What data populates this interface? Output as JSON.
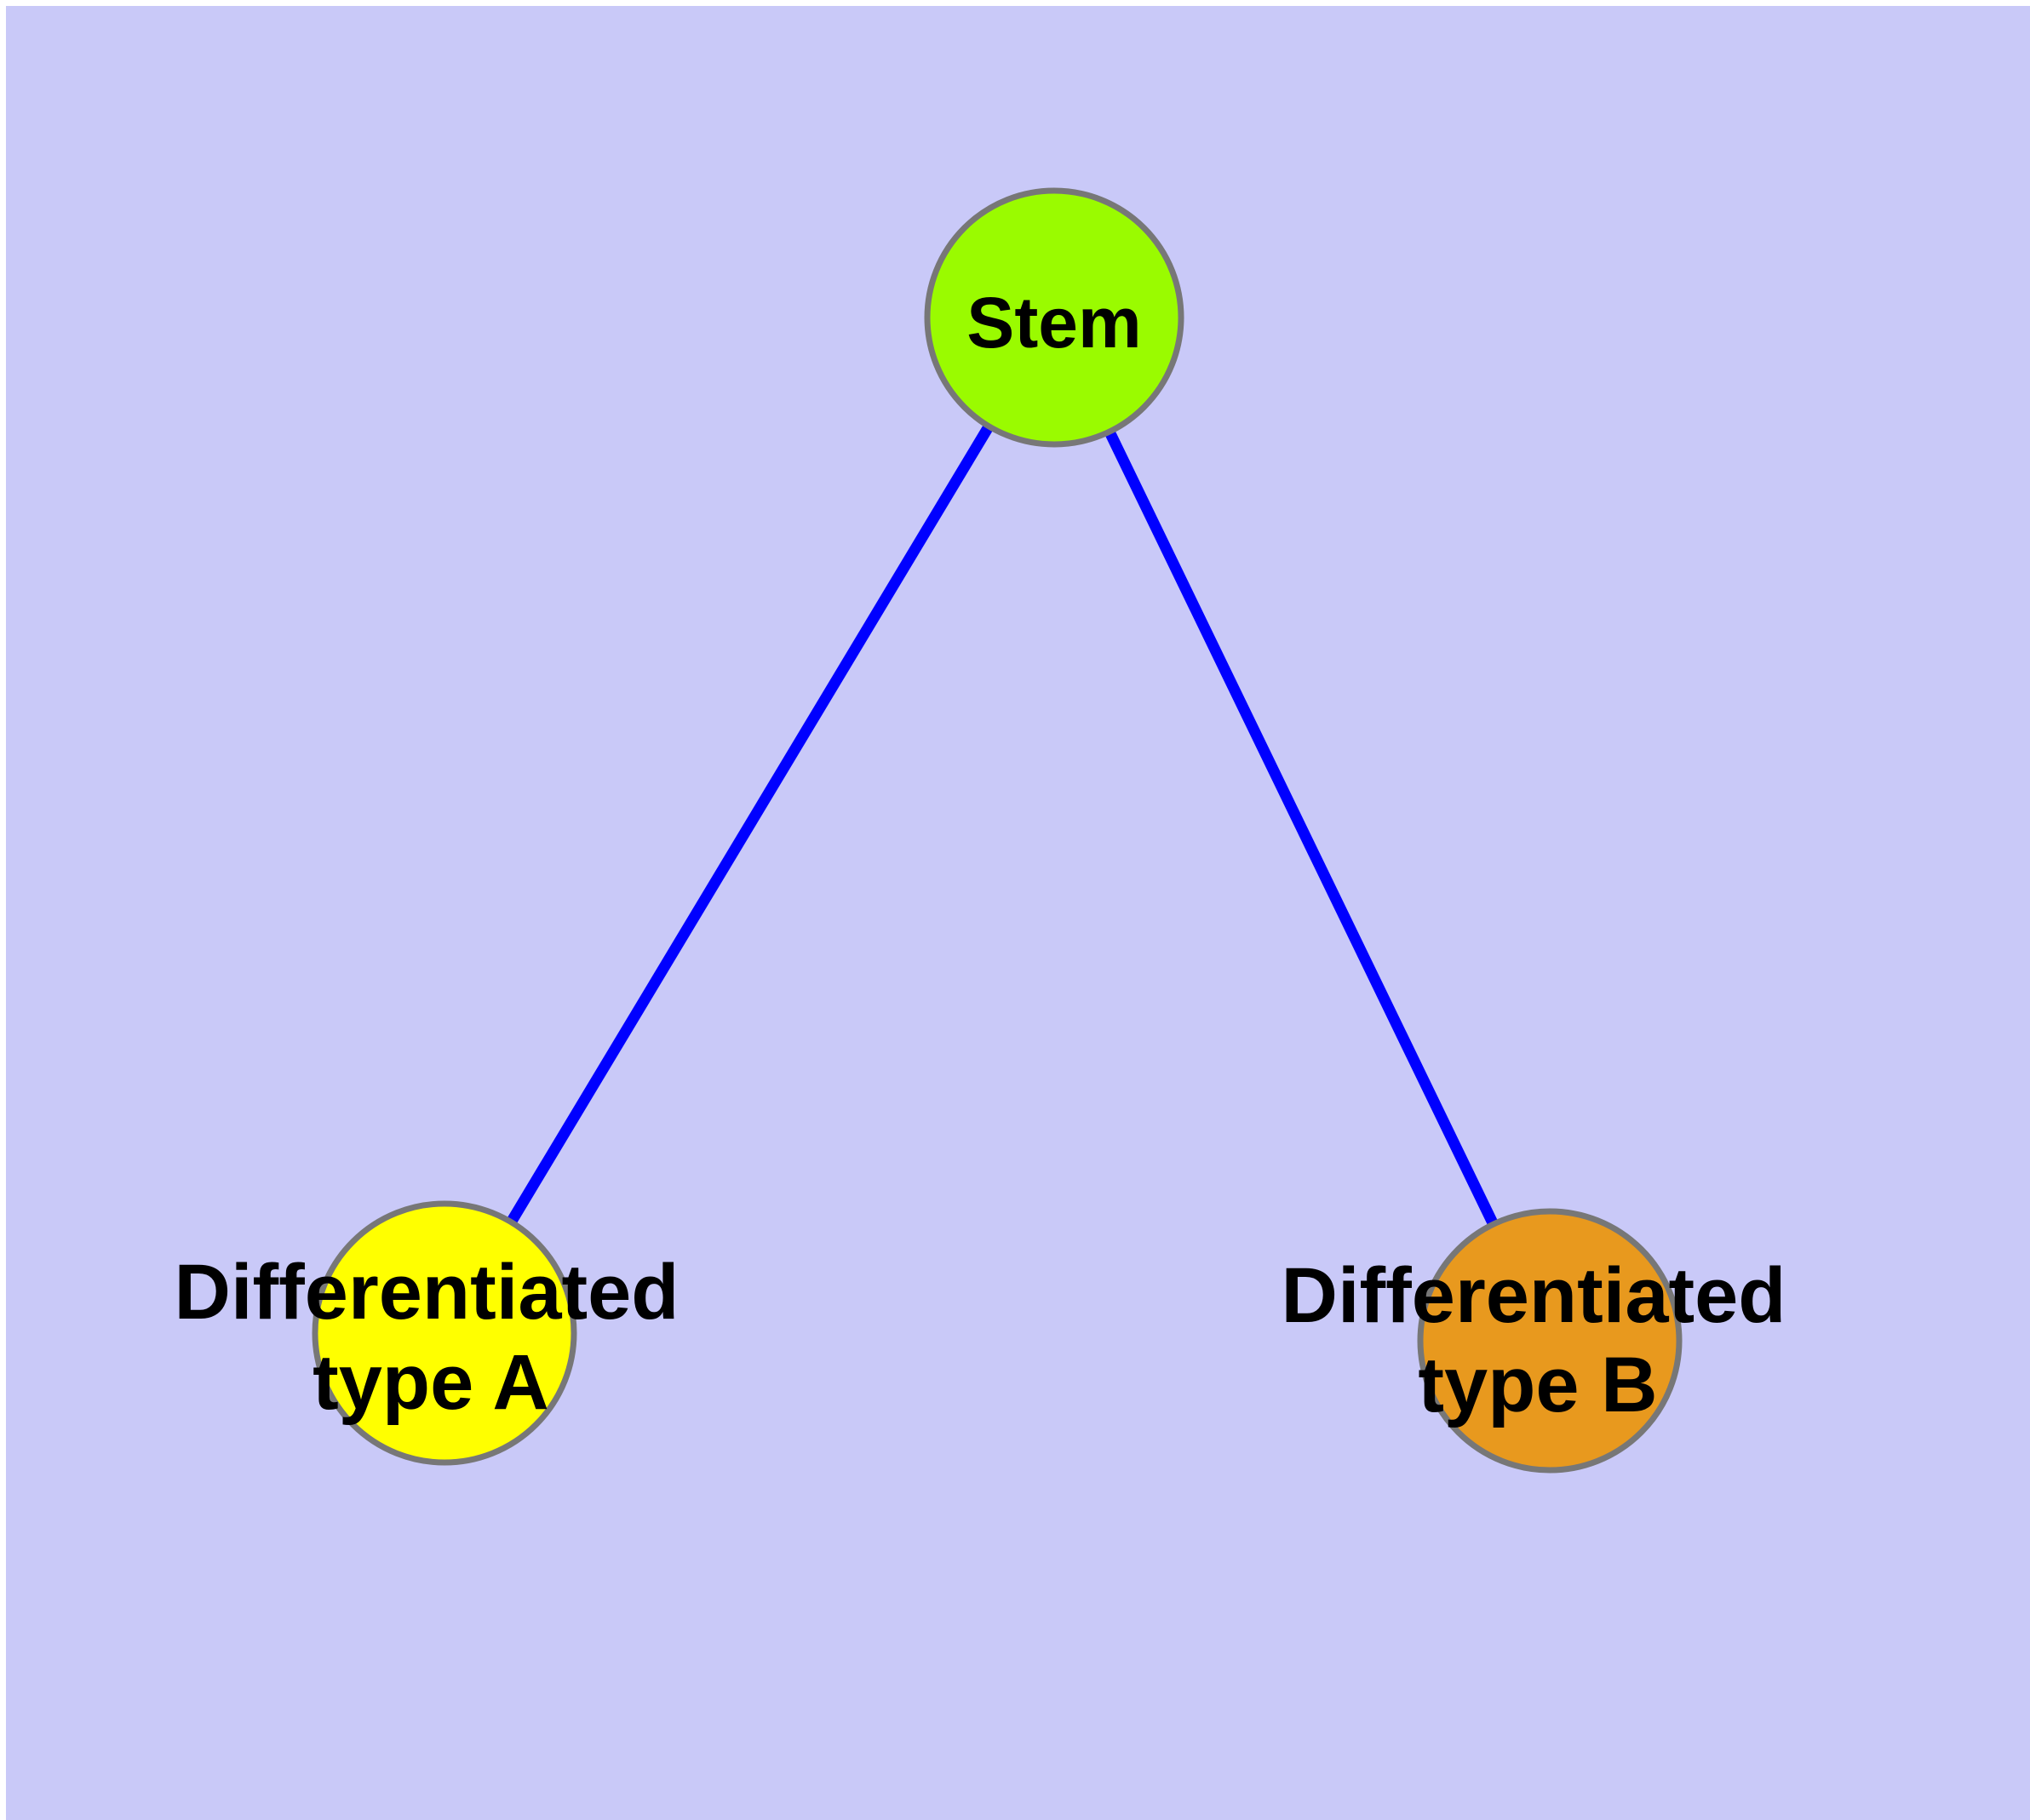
{
  "diagram": {
    "background_color": "#c9c9f8",
    "page_margin_color": "#ffffff",
    "edge_color": "#0000ff",
    "node_border_color": "#777777",
    "label_color": "#000000",
    "nodes": [
      {
        "id": "stem",
        "label": "Stem",
        "color": "#9afb00"
      },
      {
        "id": "differentiated-type-a",
        "label_line1": "Differentiated",
        "label_line2": "type A",
        "color": "#ffff00"
      },
      {
        "id": "differentiated-type-b",
        "label_line1": "Differentiated",
        "label_line2": "type B",
        "color": "#e8991e"
      }
    ],
    "edges": [
      {
        "from": "Stem",
        "to": "Differentiated type A"
      },
      {
        "from": "Stem",
        "to": "Differentiated type B"
      }
    ]
  }
}
